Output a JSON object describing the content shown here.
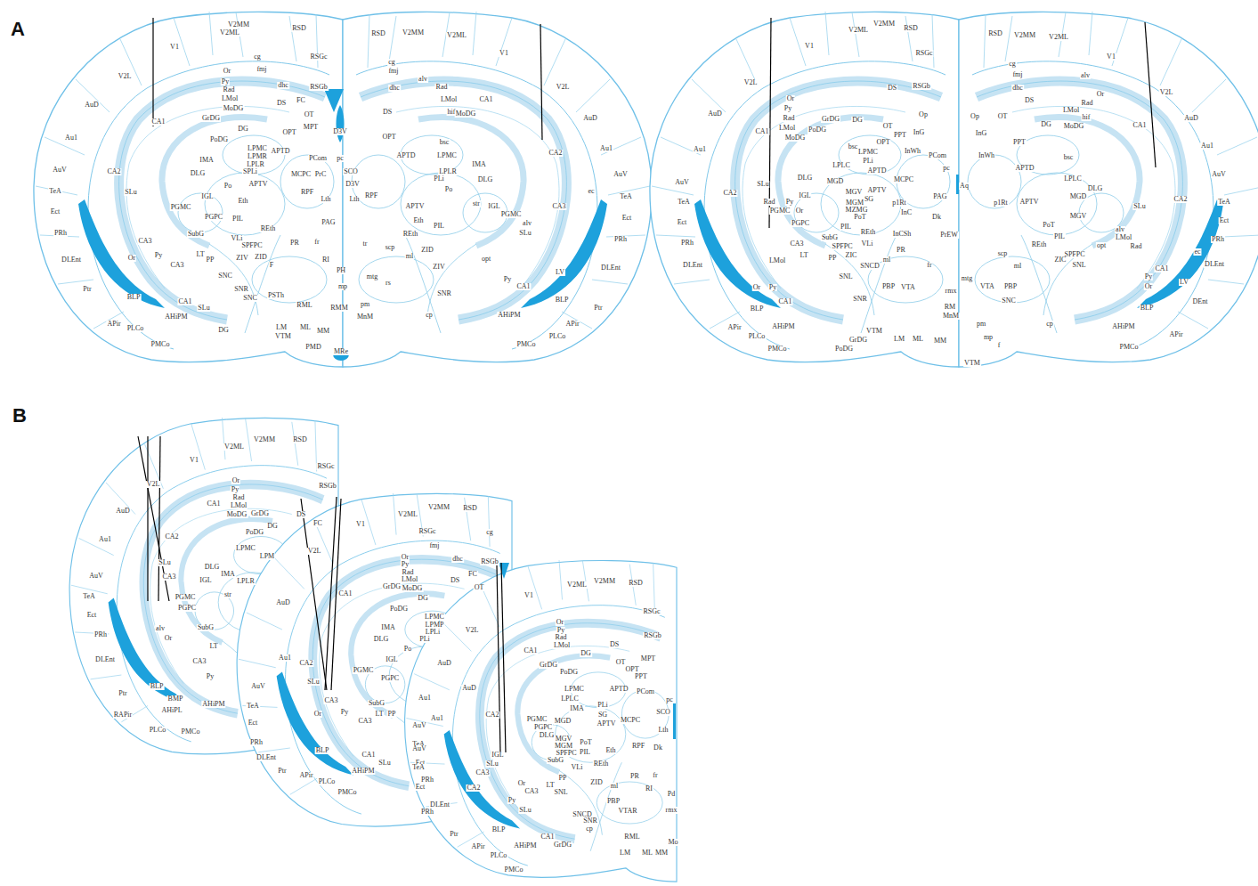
{
  "diagram": {
    "labels": [
      "A",
      "B",
      "V2MM",
      "RSD",
      "V2ML",
      "V1",
      "cg",
      "fmj",
      "RSGc",
      "V2L",
      "Or",
      "Py",
      "Rad",
      "dhc",
      "RSGb",
      "LMol",
      "MoDG",
      "AuD",
      "FC",
      "DS",
      "GrDG",
      "CA1",
      "DG",
      "OT",
      "MPT",
      "D3V",
      "PoDG",
      "OPT",
      "Au1",
      "LPMC",
      "APTD",
      "LPMR",
      "IMA",
      "LPLR",
      "PCom",
      "pc",
      "SPLi",
      "MCPC",
      "PrC",
      "SCO",
      "DLG",
      "AuV",
      "CA2",
      "D3V",
      "Po",
      "APTV",
      "RPF",
      "Lth",
      "Lth",
      "RPF",
      "SLu",
      "TeA",
      "IGL",
      "Eth",
      "PGMC",
      "Ect",
      "PGPC",
      "PIL",
      "PAG",
      "REth",
      "PRh",
      "SubG",
      "VLi",
      "SPFPC",
      "CA3",
      "PR",
      "fr",
      "tr",
      "Py",
      "LT",
      "PP",
      "ZIV",
      "ZID",
      "DLEnt",
      "Or",
      "CA3",
      "RI",
      "F",
      "PH",
      "mtg",
      "SNC",
      "mp",
      "rs",
      "Ptr",
      "SNR",
      "BLP",
      "SNC",
      "PSTh",
      "CA1",
      "RML",
      "RMM",
      "pm",
      "SLu",
      "AHiPM",
      "MnM",
      "APir",
      "LM",
      "ML",
      "MM",
      "PLCo",
      "DG",
      "VTM",
      "PMCo",
      "PMD",
      "MRe",
      "RSD",
      "V2MM",
      "V2ML",
      "V1",
      "cg",
      "alv",
      "fmj",
      "dhc",
      "Rad",
      "LMol",
      "CA1",
      "hif",
      "MoDG",
      "V2L",
      "DS",
      "AuD",
      "OPT",
      "bsc",
      "Au1",
      "APTD",
      "LPMC",
      "CA2",
      "IMA",
      "LPLR",
      "PLi",
      "DLG",
      "AuV",
      "Po",
      "ec",
      "TeA",
      "str",
      "IGL",
      "PGMC",
      "CA3",
      "APTV",
      "Ect",
      "alv",
      "PIL",
      "SLu",
      "Eth",
      "REth",
      "PRh",
      "scp",
      "ZID",
      "ml",
      "opt",
      "ZIV",
      "DLEnt",
      "LV",
      "Py",
      "CA1",
      "SNR",
      "BLP",
      "Ptr",
      "cp",
      "AHiPM",
      "APir",
      "PLCo",
      "PMCo",
      "V2MM",
      "V2ML",
      "RSD",
      "V1",
      "RSGc",
      "V2L",
      "DS",
      "RSGb",
      "Or",
      "Py",
      "AuD",
      "Op",
      "Rad",
      "GrDG",
      "DG",
      "OT",
      "PoDG",
      "CA1",
      "LMol",
      "InG",
      "PPT",
      "OPT",
      "bsc",
      "MoDG",
      "Au1",
      "InWh",
      "LPMC",
      "PCom",
      "PLi",
      "LPLC",
      "pc",
      "APTD",
      "DLG",
      "MGD",
      "MCPC",
      "AuV",
      "SLu",
      "Aq",
      "APTV",
      "CA2",
      "MGV",
      "IGL",
      "SG",
      "PAG",
      "TeA",
      "Rad",
      "Py",
      "Or",
      "MGM",
      "p1Rt",
      "PGMC",
      "MZMG",
      "InC",
      "PoT",
      "Dk",
      "Ect",
      "PGPC",
      "PIL",
      "REth",
      "InCSh",
      "PrEW",
      "SubG",
      "PRh",
      "CA3",
      "VLi",
      "SPFPC",
      "PR",
      "LT",
      "ZIC",
      "PP",
      "ml",
      "LMol",
      "DLEnt",
      "fr",
      "SNCD",
      "SNL",
      "mtg",
      "PBP",
      "VTA",
      "Or",
      "Py",
      "rmx",
      "SNR",
      "CA1",
      "RM",
      "BLP",
      "MnM",
      "pm",
      "APir",
      "AHiPM",
      "VTM",
      "PLCo",
      "mp",
      "f",
      "LM",
      "ML",
      "MM",
      "GrDG",
      "PMCo",
      "PoDG",
      "VTM",
      "RSD",
      "V2MM",
      "V2ML",
      "V1",
      "cg",
      "fmj",
      "alv",
      "dhc",
      "V2L",
      "Or",
      "DS",
      "Rad",
      "LMol",
      "Op",
      "OT",
      "hif",
      "AuD",
      "DG",
      "MoDG",
      "CA1",
      "InG",
      "PPT",
      "Au1",
      "InWh",
      "bsc",
      "APTD",
      "AuV",
      "LPLC",
      "DLG",
      "MGD",
      "CA2",
      "p1Rt",
      "APTV",
      "TeA",
      "SLu",
      "MGV",
      "Ect",
      "PoT",
      "alv",
      "LMol",
      "PIL",
      "PRh",
      "opt",
      "REth",
      "Rad",
      "SPFPC",
      "ec",
      "scp",
      "ZIC",
      "DLEnt",
      "SNL",
      "ml",
      "CA1",
      "Py",
      "LV",
      "VTA",
      "PBP",
      "Or",
      "SNC",
      "DEnt",
      "BLP",
      "cp",
      "AHiPM",
      "APir",
      "PMCo",
      "V2MM",
      "RSD",
      "V2ML",
      "V1",
      "RSGc",
      "Or",
      "V2L",
      "RSGb",
      "Py",
      "Rad",
      "CA1",
      "LMol",
      "AuD",
      "DS",
      "GrDG",
      "FC",
      "MoDG",
      "DG",
      "PoDG",
      "CA2",
      "Au1",
      "LPMC",
      "LPM",
      "SLu",
      "DLG",
      "IMA",
      "AuV",
      "CA3",
      "IGL",
      "LPLR",
      "str",
      "TeA",
      "PGMC",
      "PGPC",
      "Ect",
      "SubG",
      "alv",
      "PRh",
      "Or",
      "LT",
      "DLEnt",
      "CA3",
      "Py",
      "BLP",
      "Ptr",
      "BMP",
      "AHiPM",
      "AHiPL",
      "RAPir",
      "PLCo",
      "PMCo",
      "V2MM",
      "RSD",
      "V2ML",
      "V1",
      "cg",
      "RSGc",
      "fmj",
      "V2L",
      "Or",
      "dhc",
      "RSGb",
      "Py",
      "Rad",
      "FC",
      "DS",
      "LMol",
      "GrDG",
      "OT",
      "MoDG",
      "CA1",
      "DG",
      "AuD",
      "PoDG",
      "LPMC",
      "LPMP",
      "IMA",
      "V2L",
      "LPLi",
      "PLi",
      "DLG",
      "Po",
      "Au1",
      "IGL",
      "AuD",
      "CA2",
      "PGMC",
      "PGPC",
      "SLu",
      "AuV",
      "Au1",
      "CA3",
      "SubG",
      "TeA",
      "Py",
      "Or",
      "LT",
      "PP",
      "CA3",
      "Ect",
      "AuV",
      "PRh",
      "TeA",
      "BLP",
      "CA1",
      "DLEnt",
      "Ect",
      "SLu",
      "Ptr",
      "AHiPM",
      "APir",
      "PLCo",
      "PRh",
      "PMCo",
      "V2MM",
      "V2ML",
      "RSD",
      "V1",
      "RSGc",
      "Or",
      "Py",
      "RSGb",
      "Rad",
      "DS",
      "LMol",
      "CA1",
      "DG",
      "MPT",
      "OT",
      "GrDG",
      "OPT",
      "PoDG",
      "PPT",
      "AuD",
      "LPMC",
      "APTD",
      "PCom",
      "pc",
      "LPLC",
      "PLi",
      "IMA",
      "SCO",
      "SG",
      "CA2",
      "Au1",
      "PGMC",
      "MCPC",
      "MGD",
      "APTV",
      "PGPC",
      "Lth",
      "DLG",
      "MGV",
      "PoT",
      "RPF",
      "MGM",
      "Dk",
      "AuV",
      "SPFPC",
      "PIL",
      "Eth",
      "IGL",
      "SLu",
      "REth",
      "SubG",
      "VLi",
      "TeA",
      "CA3",
      "PR",
      "fr",
      "PP",
      "ZID",
      "Or",
      "LT",
      "ml",
      "Ect",
      "CA2",
      "RI",
      "SNL",
      "CA3",
      "Pd",
      "Py",
      "PBP",
      "DLEnt",
      "PRh",
      "SLu",
      "rmx",
      "VTAR",
      "SNCD",
      "SNR",
      "cp",
      "BLP",
      "Ptr",
      "CA1",
      "RML",
      "Mo",
      "GrDG",
      "AHiPM",
      "APir",
      "LM",
      "ML",
      "MM",
      "PLCo",
      "PMCo"
    ]
  }
}
